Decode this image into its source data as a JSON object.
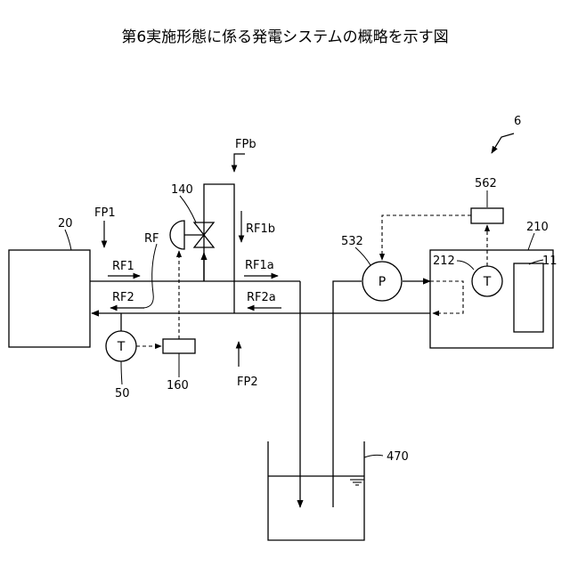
{
  "title": "第6実施形態に係る発電システムの概略を示す図",
  "labels": {
    "system": "6",
    "block_20": "20",
    "fp1": "FP1",
    "rf": "RF",
    "valve_140": "140",
    "fpb": "FPb",
    "rf1b": "RF1b",
    "rf1": "RF1",
    "rf2": "RF2",
    "rf1a": "RF1a",
    "rf2a": "RF2a",
    "sensor_50": "50",
    "controller_160": "160",
    "fp2": "FP2",
    "pump_532": "532",
    "controller_562": "562",
    "unit_210": "210",
    "sensor_212": "212",
    "block_11": "11",
    "tank_470": "470"
  },
  "symbols": {
    "temp_sensor": "T",
    "pump": "P"
  }
}
